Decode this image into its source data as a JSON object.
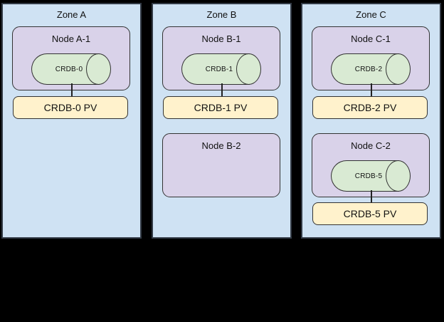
{
  "diagram": {
    "description": "Three-zone cluster diagram with nodes, CRDB pods and persistent volumes",
    "colors": {
      "page_background": "#000000",
      "zone_fill": "#cfe2f3",
      "node_fill": "#d9d2e9",
      "cylinder_fill": "#d9ead3",
      "pv_fill": "#fff2cc",
      "stroke": "#333333"
    },
    "zones": [
      {
        "label": "Zone A",
        "nodes": [
          {
            "label": "Node A-1",
            "cylinder": "CRDB-0",
            "pv": "CRDB-0 PV"
          }
        ]
      },
      {
        "label": "Zone B",
        "nodes": [
          {
            "label": "Node B-1",
            "cylinder": "CRDB-1",
            "pv": "CRDB-1 PV"
          },
          {
            "label": "Node B-2"
          }
        ]
      },
      {
        "label": "Zone C",
        "nodes": [
          {
            "label": "Node C-1",
            "cylinder": "CRDB-2",
            "pv": "CRDB-2 PV"
          },
          {
            "label": "Node C-2",
            "cylinder": "CRDB-5",
            "pv": "CRDB-5 PV"
          }
        ]
      }
    ]
  }
}
